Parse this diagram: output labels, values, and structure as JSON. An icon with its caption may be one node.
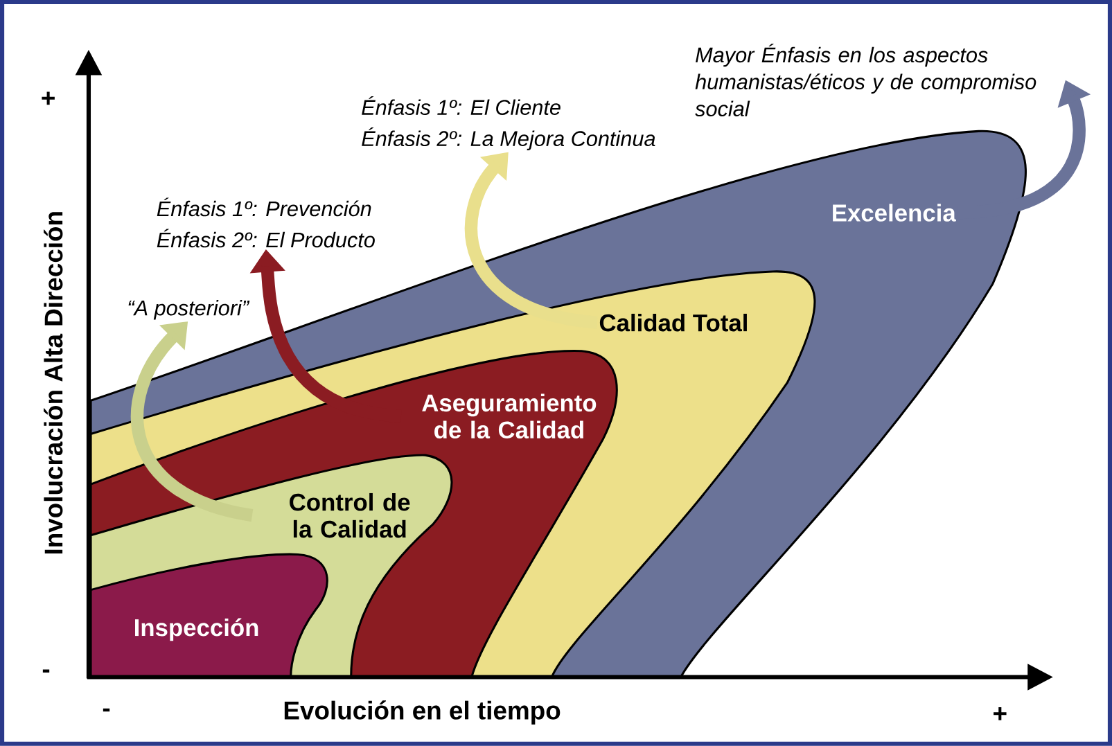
{
  "diagram": {
    "nodes": [
      {
        "text": [
          "Excelencia"
        ]
      },
      {
        "text": [
          "Calidad Total"
        ]
      },
      {
        "text": [
          "Aseguramiento de la Calidad"
        ]
      },
      {
        "text": [
          "Control de la Calidad"
        ]
      },
      {
        "text": [
          "Inspección"
        ]
      },
      {
        "text": [
          "“A posteriori”"
        ]
      },
      {
        "text": [
          "Énfasis 1º: Prevención",
          "Énfasis 2º: El Producto"
        ]
      },
      {
        "text": [
          "Énfasis 1º: El Cliente",
          "Énfasis 2º: La Mejora Continua"
        ]
      },
      {
        "text": [
          "Mayor Énfasis en los aspectos humanistas/éticos y de compromiso social"
        ]
      }
    ],
    "edges": [
      {
        "from": 3,
        "to": 5,
        "arrow": "to",
        "color": "#c9d08c"
      },
      {
        "from": 2,
        "to": 6,
        "arrow": "to",
        "color": "#8b1c22"
      },
      {
        "from": 1,
        "to": 7,
        "arrow": "to",
        "color": "#e9df8c"
      },
      {
        "from": 0,
        "to": 8,
        "arrow": "to",
        "color": "#6a7399"
      }
    ],
    "labels": [
      "+",
      "Involucración Alta Dirección",
      "-",
      "-",
      "Evolución en el tiempo",
      "+"
    ]
  }
}
